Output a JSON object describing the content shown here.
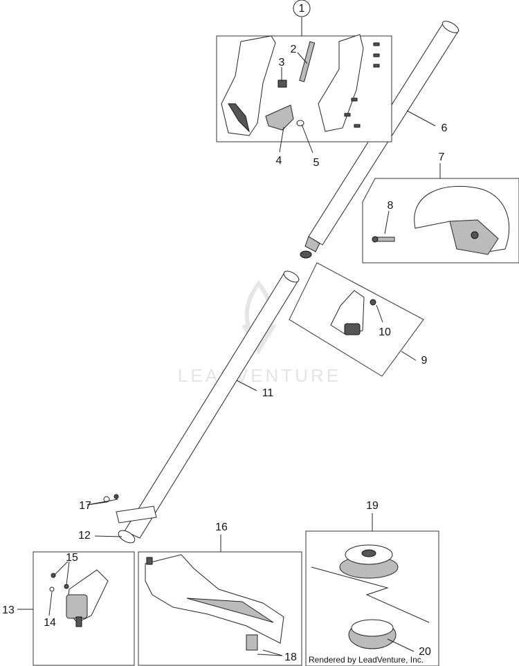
{
  "watermark": {
    "brand": "LEADVENTURE"
  },
  "credit": "Rendered by LeadVenture, Inc.",
  "callouts": [
    "1",
    "2",
    "3",
    "4",
    "5",
    "6",
    "7",
    "8",
    "9",
    "10",
    "11",
    "12",
    "13",
    "14",
    "15",
    "16",
    "17",
    "18",
    "19",
    "20"
  ]
}
